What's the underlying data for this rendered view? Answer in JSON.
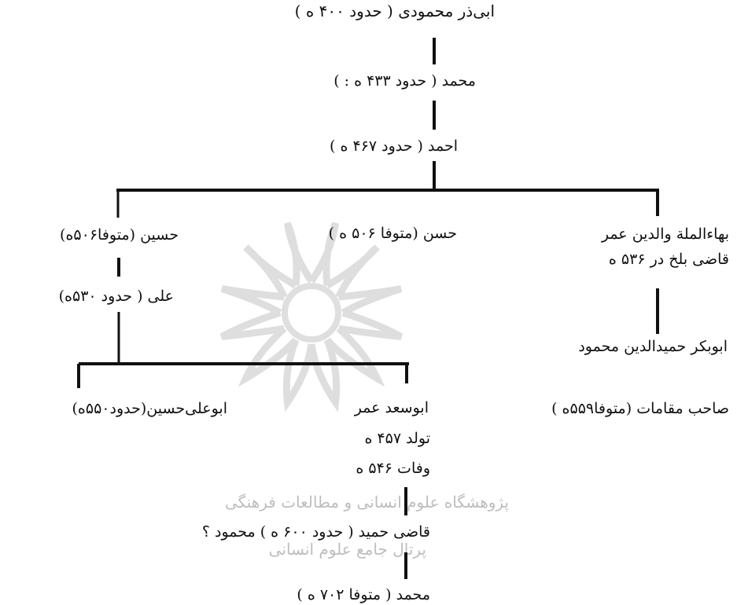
{
  "tree": {
    "root": "ابی‌ذر محمودی ( حدود ۴۰۰ ه )",
    "gen2": "محمد ( حدود ۴۳۳ ه : )",
    "gen3": "احمد ( حدود ۴۶۷ ه )",
    "branch_right": {
      "line1": "بهاءالملة والدین عمر",
      "line2": "قاضی بلخ در ۵۳۶ ه",
      "child1": "ابوبکر حمیدالدین محمود",
      "child2": "صاحب مقامات (متوفا۵۵۹ه )"
    },
    "branch_middle": "حسن (متوفا ۵۰۶ ه )",
    "branch_left": {
      "name": "حسین (متوفا۵۰۶ه)",
      "child": "علی ( حدود ۵۳۰ه)",
      "grandchild_left": "ابوعلی‌حسین(حدود۵۵۰ه)",
      "grandchild_right": {
        "line1": "ابوسعد عمر",
        "line2": "تولد ۴۵۷ ه",
        "line3": "وفات ۵۴۶ ه"
      },
      "great_grandchild": "قاضی حمید ( حدود ۶۰۰ ه ) محمود ؟",
      "great_great_grandchild": "محمد ( متوفا ۷۰۲ ه )"
    }
  },
  "watermark": {
    "line1": "پژوهشگاه علوم انسانی و مطالعات فرهنگی",
    "line2": "پرتال جامع علوم انسانی"
  }
}
